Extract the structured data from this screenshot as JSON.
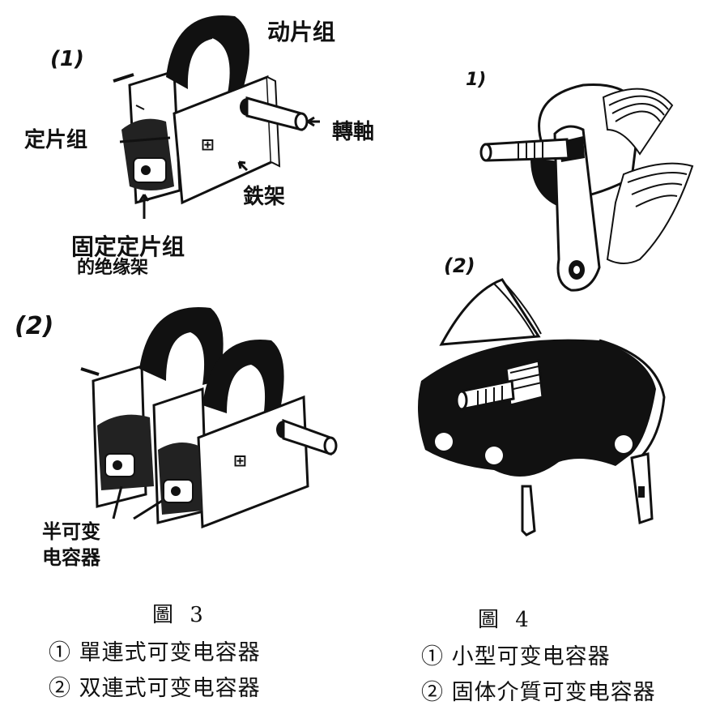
{
  "figure3": {
    "sub1_label": "(1)",
    "sub2_label": "(2)",
    "label_moving_plates": "动片组",
    "label_fixed_plates": "定片组",
    "label_shaft": "轉軸",
    "label_frame": "鉄架",
    "label_insulator_line1": "固定定片组",
    "label_insulator_line2": "的绝缘架",
    "label_semi_line1": "半可变",
    "label_semi_line2": "电容器",
    "caption_title": "圖 3",
    "caption_item1": "① 單連式可变电容器",
    "caption_item2": "② 双連式可变电容器"
  },
  "figure4": {
    "sub1_label": "1)",
    "sub2_label": "(2)",
    "caption_title": "圖 4",
    "caption_item1": "① 小型可变电容器",
    "caption_item2": "② 固体介質可变电容器"
  },
  "colors": {
    "ink": "#111111",
    "paper": "#ffffff"
  }
}
